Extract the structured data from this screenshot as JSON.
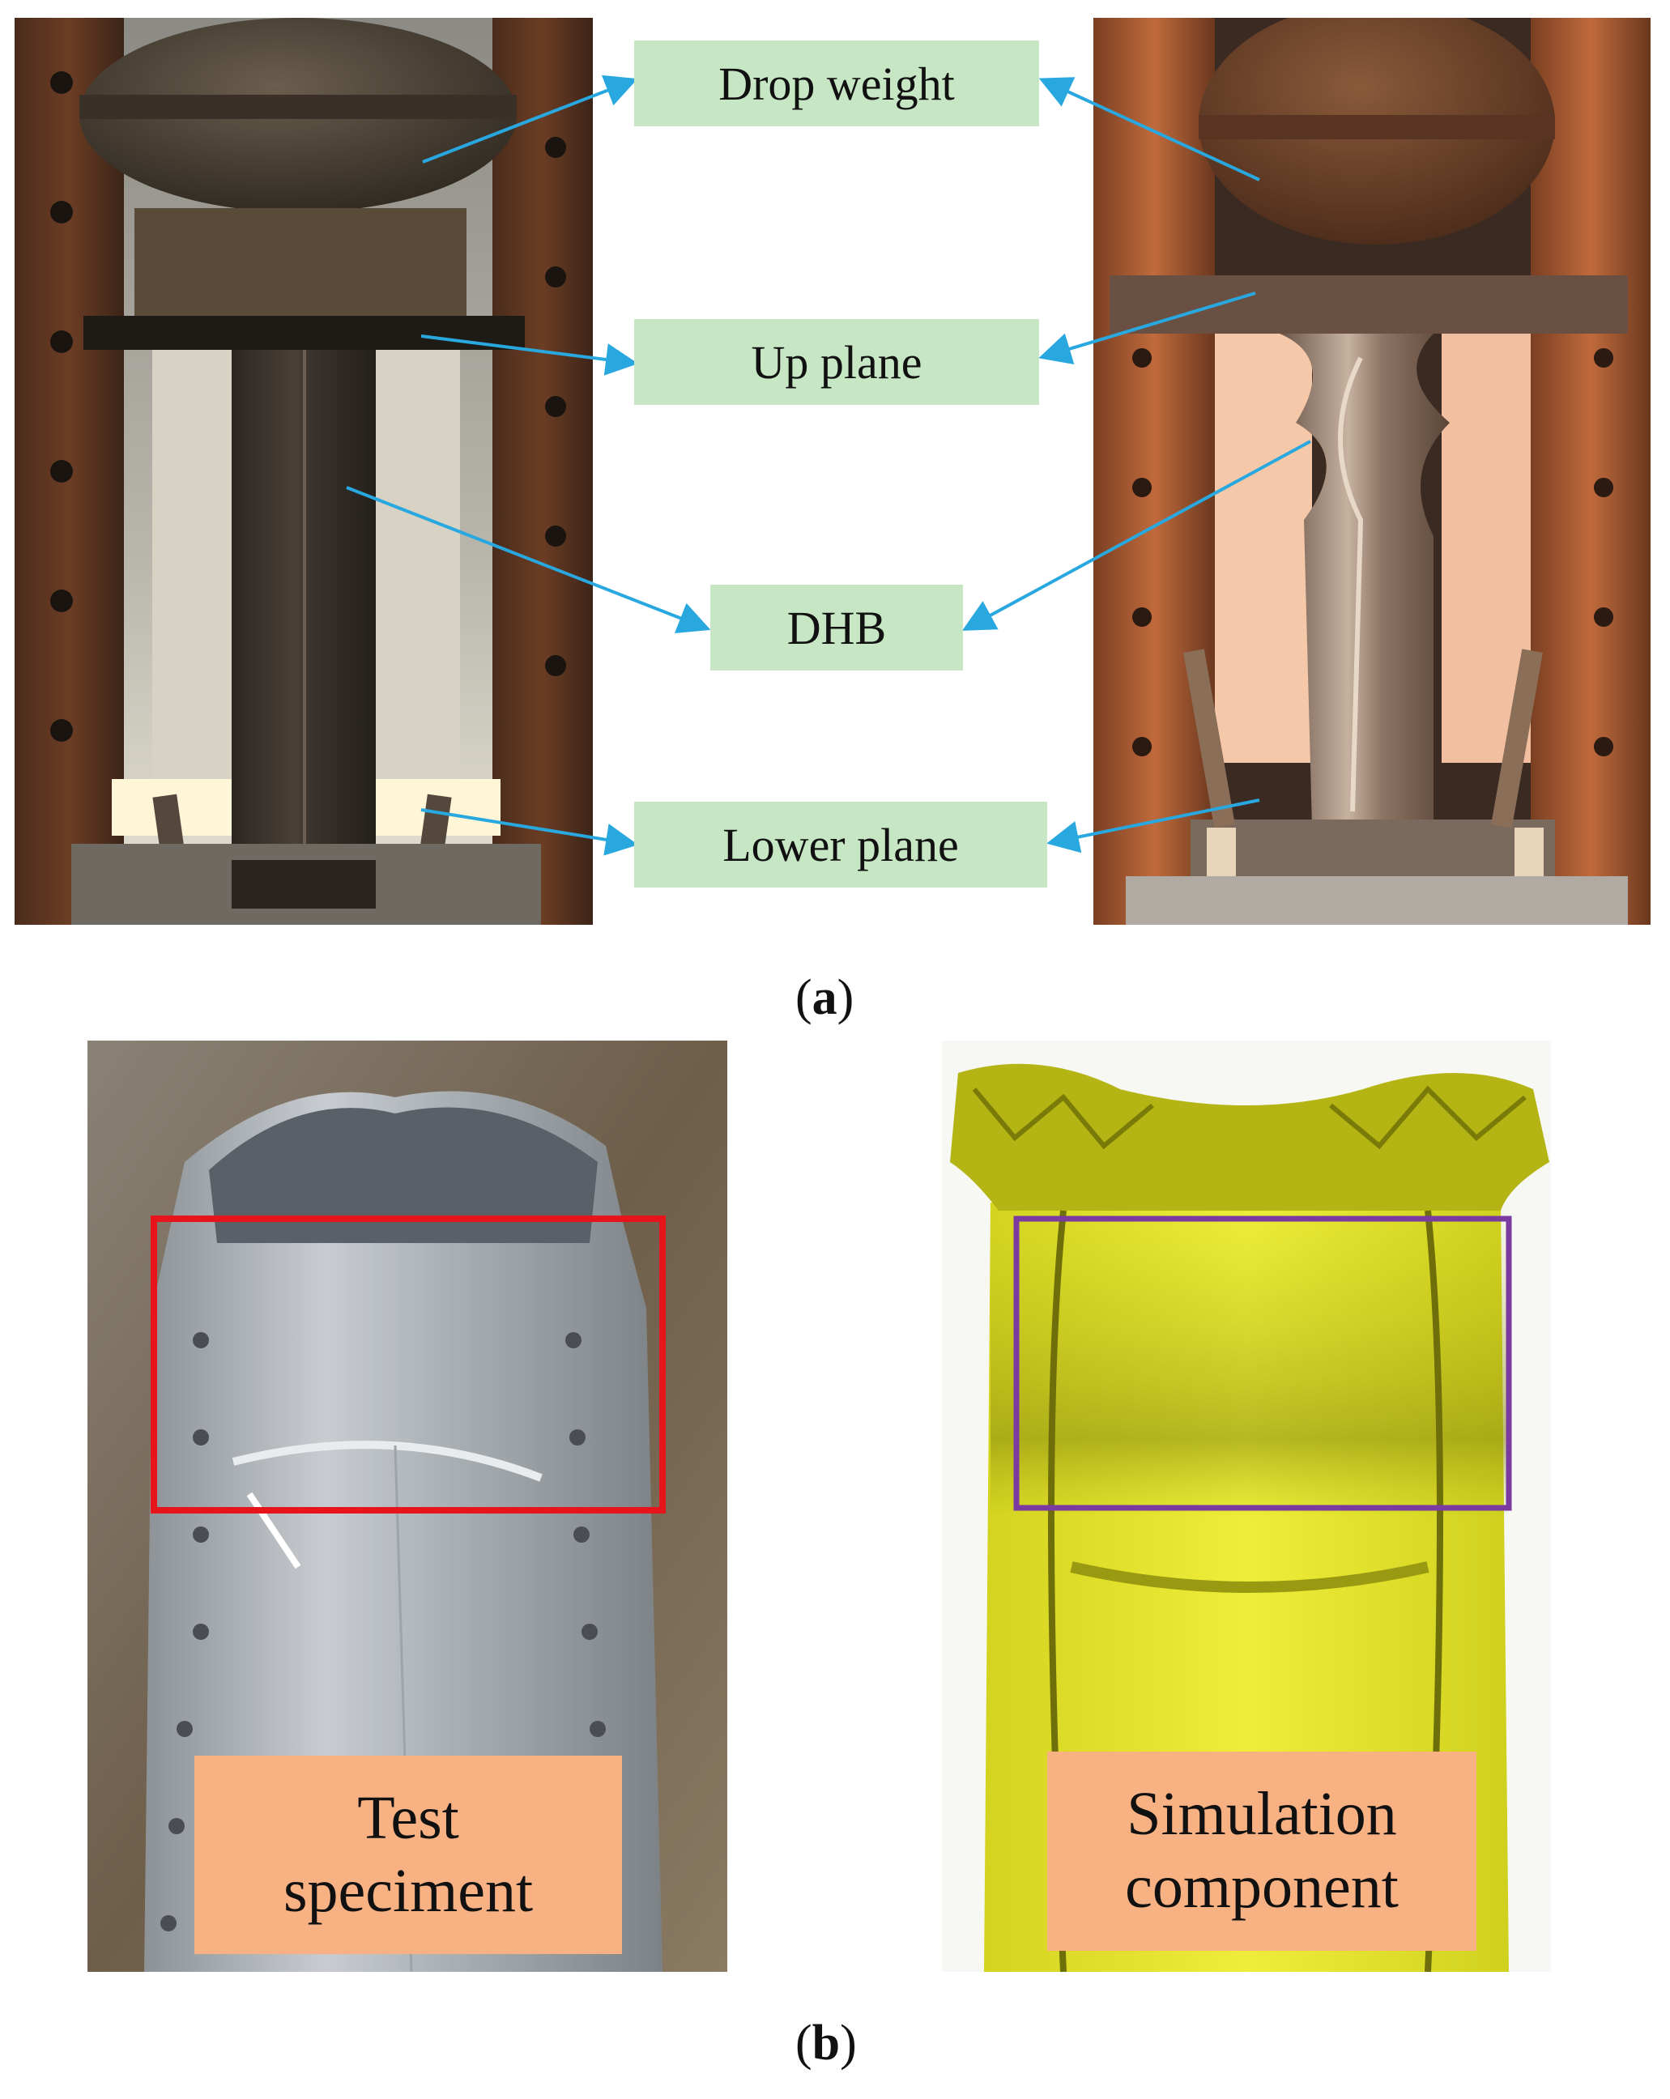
{
  "panel_a": {
    "labels": {
      "drop_weight": "Drop weight",
      "up_plane": "Up plane",
      "dhb": "DHB",
      "lower_plane": "Lower plane"
    },
    "caption": {
      "open": "(",
      "letter": "a",
      "close": ")"
    }
  },
  "panel_b": {
    "test_label": {
      "line1": "Test",
      "line2": "speciment"
    },
    "sim_label": {
      "line1": "Simulation",
      "line2": "component"
    },
    "caption": {
      "open": "(",
      "letter": "b",
      "close": ")"
    }
  },
  "colors": {
    "label_green": "#c6e6c4",
    "label_orange": "#f7b183",
    "arrow": "#29a8e0",
    "test_box": "#e8141c",
    "sim_box": "#7a3aa0",
    "sim_yellow": "#e6e62a"
  }
}
